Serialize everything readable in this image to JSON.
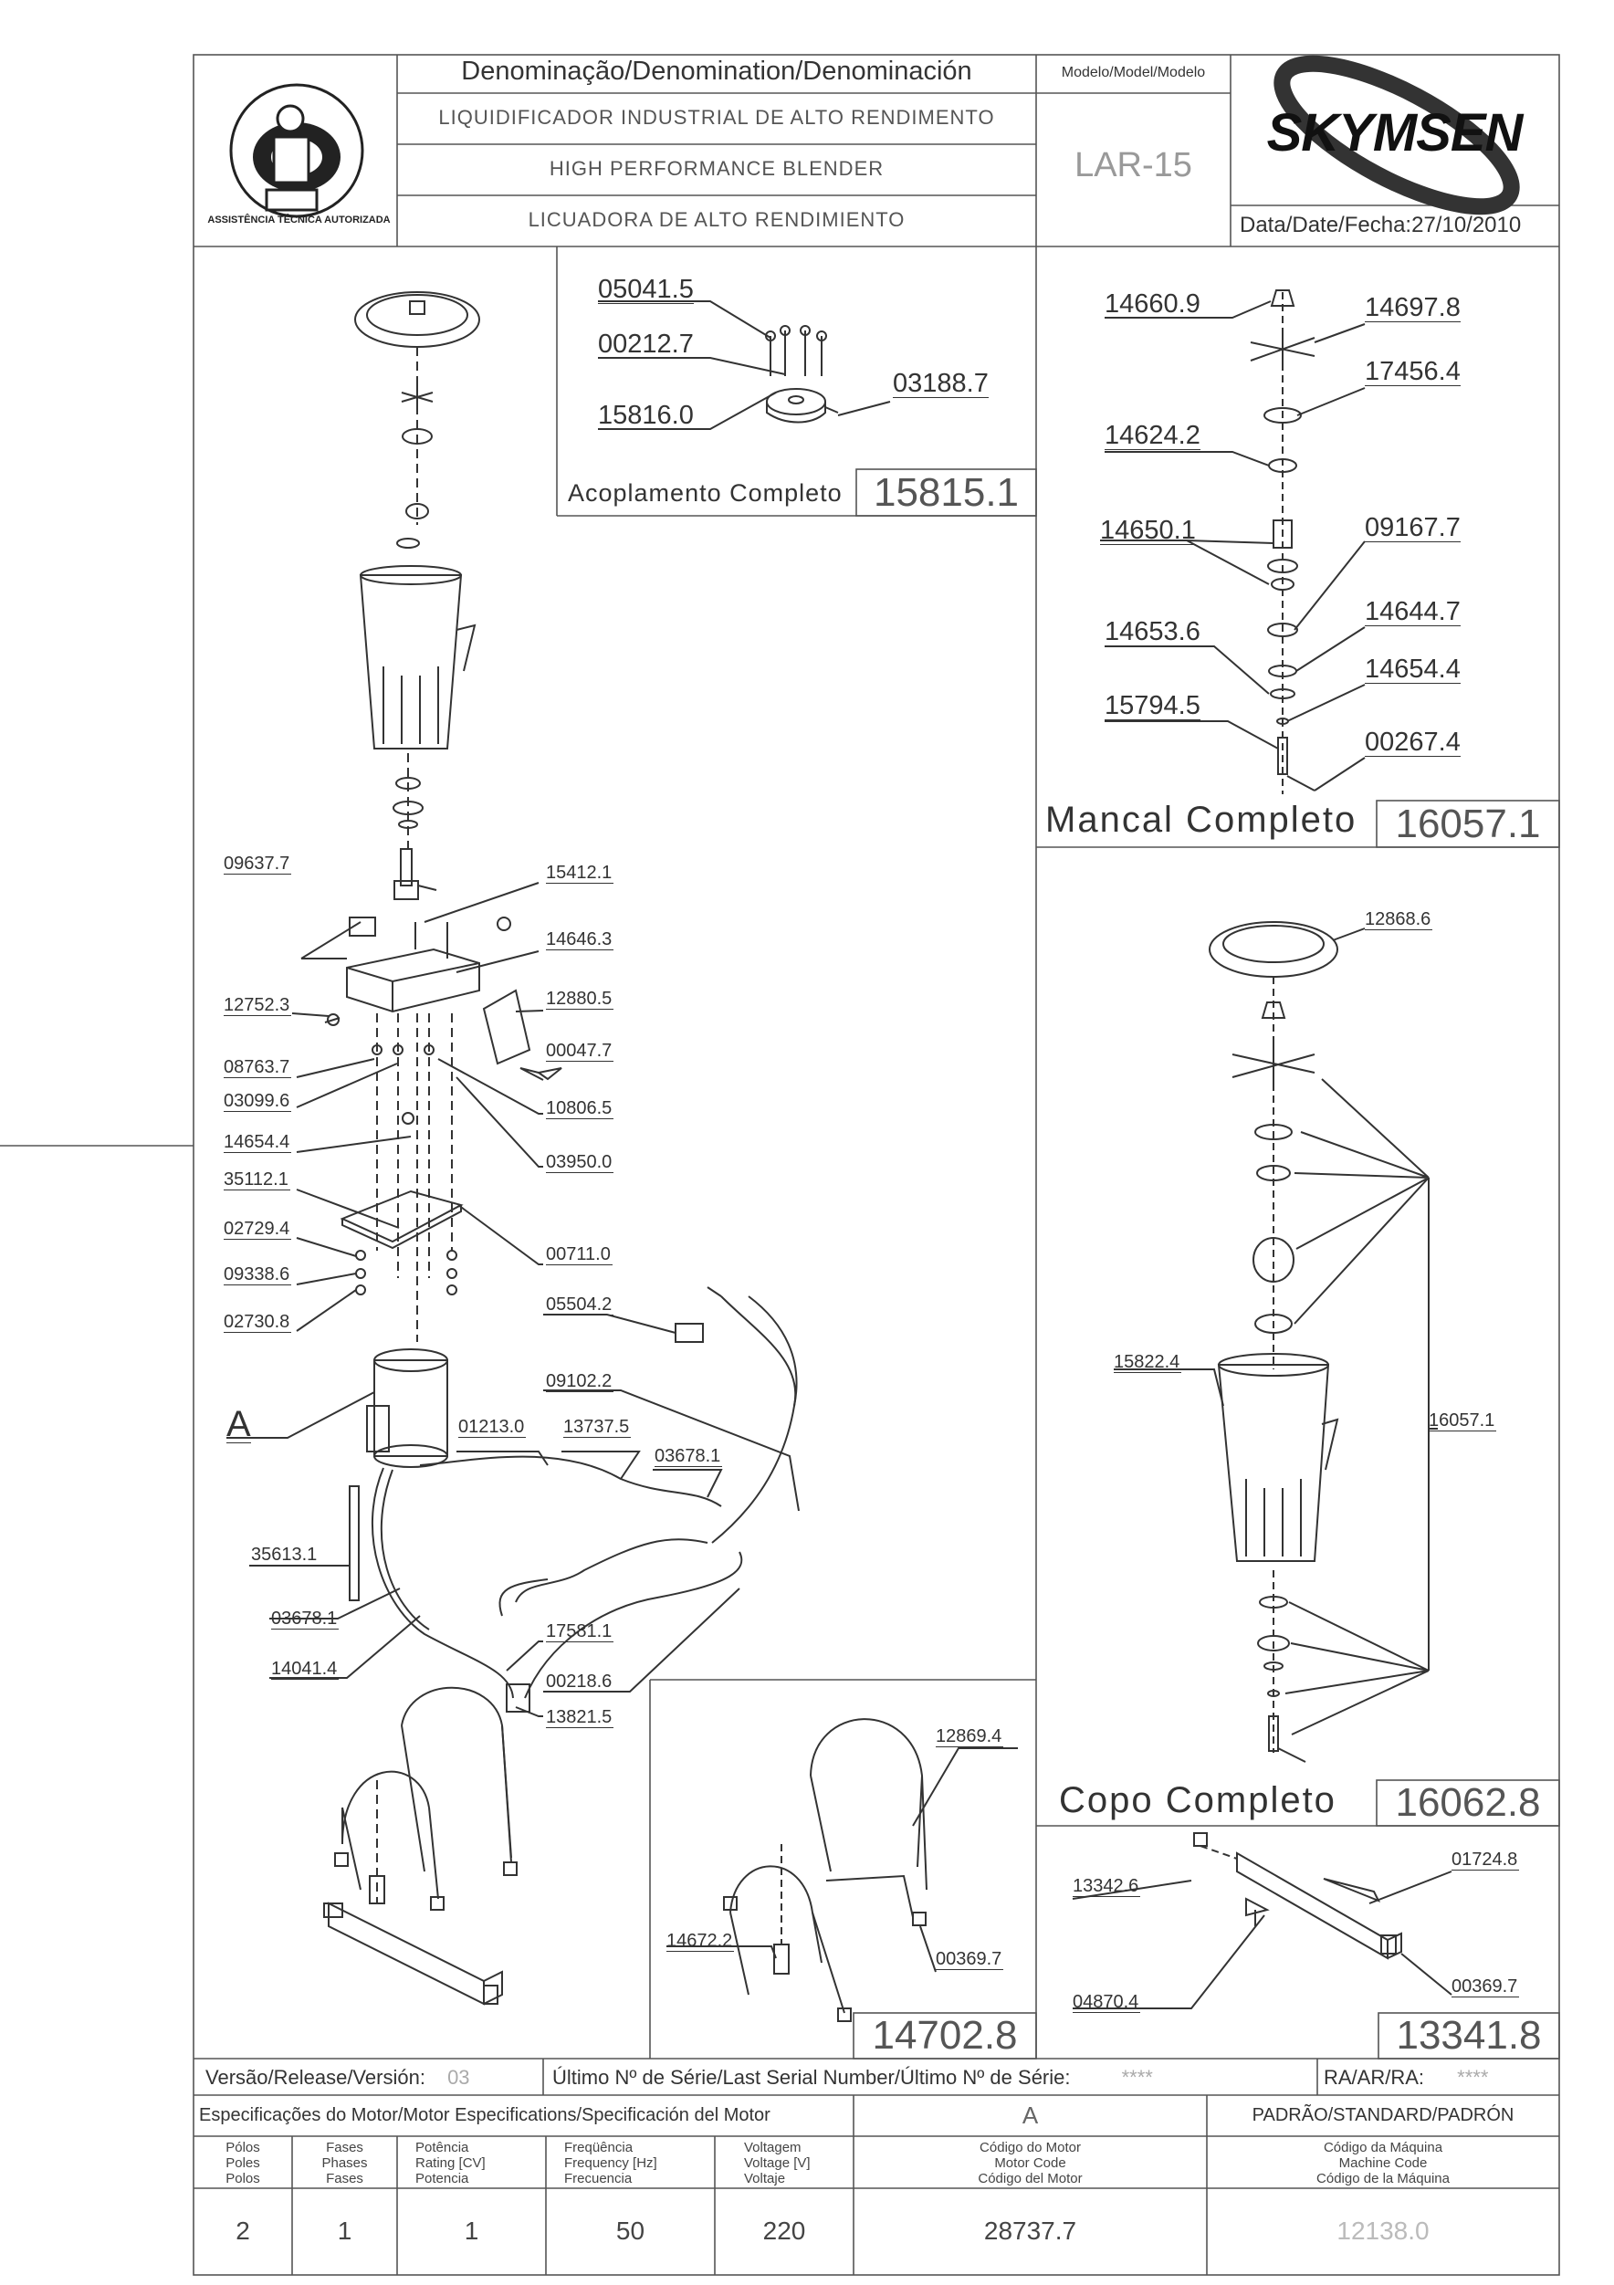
{
  "header": {
    "stamp_text": "ASSISTÊNCIA TÉCNICA AUTORIZADA",
    "denomination_label": "Denominação/Denomination/Denominación",
    "name_pt": "LIQUIDIFICADOR INDUSTRIAL DE ALTO RENDIMENTO",
    "name_en": "HIGH PERFORMANCE BLENDER",
    "name_es": "LICUADORA DE ALTO RENDIMIENTO",
    "model_label": "Modelo/Model/Modelo",
    "model_value": "LAR-15",
    "brand": "SKYMSEN",
    "date_label": "Data/Date/Fecha:",
    "date_value": "27/10/2010"
  },
  "main_labels": {
    "l09637": "09637.7",
    "l15412": "15412.1",
    "l14646": "14646.3",
    "l12752": "12752.3",
    "l12880": "12880.5",
    "l00047": "00047.7",
    "l08763": "08763.7",
    "l03099": "03099.6",
    "l10806": "10806.5",
    "l14654": "14654.4",
    "l03950": "03950.0",
    "l35112": "35112.1",
    "l02729": "02729.4",
    "l09338": "09338.6",
    "l02730": "02730.8",
    "l00711": "00711.0",
    "l05504": "05504.2",
    "l09102": "09102.2",
    "lA": "A",
    "l01213": "01213.0",
    "l13737": "13737.5",
    "l03678b": "03678.1",
    "l35613": "35613.1",
    "l03678a": "03678.1",
    "l17581": "17581.1",
    "l14041": "14041.4",
    "l00218": "00218.6",
    "l13821": "13821.5"
  },
  "coupling": {
    "l05041": "05041.5",
    "l00212": "00212.7",
    "l15816": "15816.0",
    "l03188": "03188.7",
    "title": "Acoplamento Completo",
    "code": "15815.1"
  },
  "bearing": {
    "l14660": "14660.9",
    "l14697": "14697.8",
    "l17456": "17456.4",
    "l14624": "14624.2",
    "l14650": "14650.1",
    "l09167": "09167.7",
    "l14644": "14644.7",
    "l14653": "14653.6",
    "l14654": "14654.4",
    "l15794": "15794.5",
    "l00267": "00267.4",
    "title": "Mancal Completo",
    "code": "16057.1"
  },
  "cup": {
    "l12868": "12868.6",
    "l15822": "15822.4",
    "l16057": "16057.1",
    "title": "Copo Completo",
    "code": "16062.8"
  },
  "stand": {
    "l12869": "12869.4",
    "l14672": "14672.2",
    "l00369": "00369.7",
    "code": "14702.8"
  },
  "rail": {
    "l13342": "13342.6",
    "l01724": "01724.8",
    "l04870": "04870.4",
    "l00369": "00369.7",
    "code": "13341.8"
  },
  "footer": {
    "version_label": "Versão/Release/Versión:",
    "version_value": "03",
    "serial_label": "Último Nº de Série/Last Serial Number/Último Nº de Série:",
    "serial_value": "****",
    "ra_label": "RA/AR/RA:",
    "ra_value": "****",
    "motor_spec_label": "Especificações do Motor/Motor Especifications/Specificación del Motor",
    "motor_letter": "A",
    "standard_label": "PADRÃO/STANDARD/PADRÓN",
    "col_poles": [
      "Pólos",
      "Poles",
      "Polos"
    ],
    "col_phases": [
      "Fases",
      "Phases",
      "Fases"
    ],
    "col_power": [
      "Potência",
      "Rating [CV]",
      "Potencia"
    ],
    "col_freq": [
      "Freqüência",
      "Frequency [Hz]",
      "Frecuencia"
    ],
    "col_volt": [
      "Voltagem",
      "Voltage [V]",
      "Voltaje"
    ],
    "col_motor_code": [
      "Código do Motor",
      "Motor Code",
      "Código del Motor"
    ],
    "col_machine_code": [
      "Código da Máquina",
      "Machine Code",
      "Código de la Máquina"
    ],
    "poles": "2",
    "phases": "1",
    "power": "1",
    "frequency": "50",
    "voltage": "220",
    "motor_code": "28737.7",
    "machine_code": "12138.0"
  }
}
